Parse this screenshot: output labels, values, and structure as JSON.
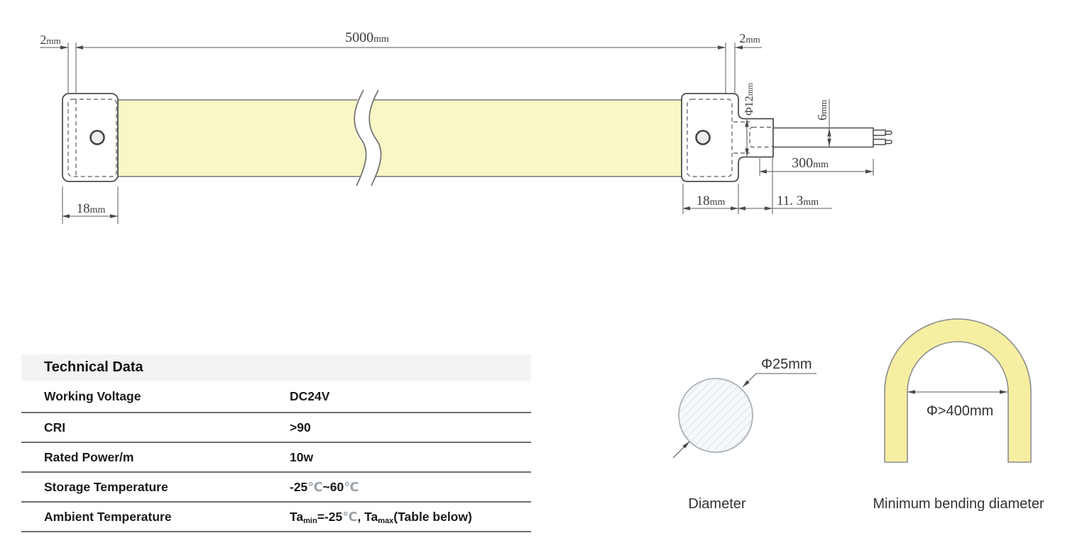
{
  "drawing": {
    "dims": {
      "overall": {
        "value": "5000",
        "unit": "mm"
      },
      "left_end_gap": {
        "value": "2",
        "unit": "mm"
      },
      "right_end_gap": {
        "value": "2",
        "unit": "mm"
      },
      "left_cap_width": {
        "value": "18",
        "unit": "mm"
      },
      "right_cap_width": {
        "value": "18",
        "unit": "mm"
      },
      "connector_length": {
        "value": "11. 3",
        "unit": "mm"
      },
      "cable_length": {
        "value": "300",
        "unit": "mm"
      },
      "plug_diameter": {
        "value": "Φ12",
        "unit": "mm"
      },
      "wire_width": {
        "value": "6",
        "unit": "mm"
      }
    }
  },
  "table": {
    "title": "Technical Data",
    "rows": [
      {
        "label": "Working Voltage",
        "value": "DC24V"
      },
      {
        "label": "CRI",
        "value": ">90"
      },
      {
        "label": "Rated Power/m",
        "value": "10w"
      },
      {
        "label": "Storage Temperature",
        "value_parts": {
          "v1": "-25",
          "deg1": "℃",
          "v2": "~60",
          "deg2": "℃"
        }
      },
      {
        "label": "Ambient Temperature",
        "value_parts": {
          "p1": "Ta",
          "sub1": "min",
          "p2": "=-25",
          "deg1": "℃",
          "p3": ", Ta",
          "sub2": "max",
          "p4": "(Table below)"
        }
      }
    ]
  },
  "diameter_diagram": {
    "dim_label": "Φ25mm",
    "caption": "Diameter"
  },
  "bending_diagram": {
    "dim_label": "Φ>400mm",
    "caption": "Minimum bending diameter"
  },
  "colors": {
    "strip_yellow": "#f9f7c6",
    "bend_yellow": "#f6efa2",
    "line_gray": "#4f4f4f",
    "hatch_blue": "#c9d3dc",
    "circle_fill": "#f6f8fa",
    "table_border": "#6f6f6f",
    "header_bg": "#f3f3f3"
  }
}
